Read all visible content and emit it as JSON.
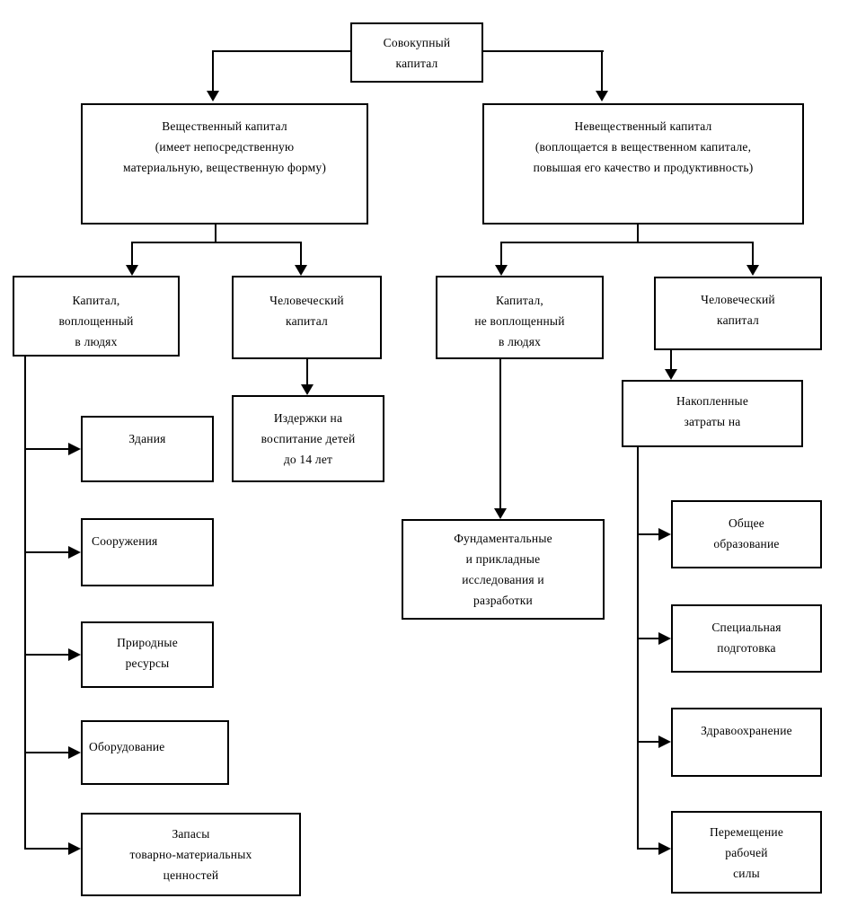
{
  "colors": {
    "background": "#ffffff",
    "line": "#000000",
    "box_border": "#000000",
    "text": "#000000"
  },
  "diagram": {
    "type": "hierarchy-flowchart",
    "language": "ru",
    "nodes": {
      "total": {
        "label": "Совокупный\nкапитал"
      },
      "material": {
        "label": "Вещественный капитал\n(имеет непосредственную\nматериальную, вещественную форму)"
      },
      "immaterial": {
        "label": "Невещественный капитал\n(воплощается в вещественном капитале,\nповышая его качество и продуктивность)"
      },
      "embodied": {
        "label": "Капитал,\nвоплощенный\nв людях"
      },
      "human_left": {
        "label": "Человеческий\nкапитал"
      },
      "not_embodied": {
        "label": "Капитал,\nне воплощенный\nв людях"
      },
      "human_right": {
        "label": "Человеческий\nкапитал"
      },
      "upbringing": {
        "label": "Издержки на\nвоспитание детей\nдо 14 лет"
      },
      "accumulated": {
        "label": "Накопленные\nзатраты на"
      },
      "research": {
        "label": "Фундаментальные\nи прикладные\nисследования и\nразработки"
      },
      "buildings": {
        "label": "Здания"
      },
      "structures": {
        "label": "Сооружения"
      },
      "natural": {
        "label": "Природные\nресурсы"
      },
      "equipment": {
        "label": "Оборудование"
      },
      "inventory": {
        "label": "Запасы\nтоварно-материальных\nценностей"
      },
      "education": {
        "label": "Общее\nобразование"
      },
      "training": {
        "label": "Специальная\nподготовка"
      },
      "health": {
        "label": "Здравоохранение"
      },
      "relocation": {
        "label": "Перемещение\nрабочей\nсилы"
      }
    },
    "edges": [
      [
        "total",
        "material"
      ],
      [
        "total",
        "immaterial"
      ],
      [
        "material",
        "embodied"
      ],
      [
        "material",
        "human_left"
      ],
      [
        "immaterial",
        "not_embodied"
      ],
      [
        "immaterial",
        "human_right"
      ],
      [
        "human_left",
        "upbringing"
      ],
      [
        "not_embodied",
        "research"
      ],
      [
        "human_right",
        "accumulated"
      ],
      [
        "embodied",
        "buildings"
      ],
      [
        "embodied",
        "structures"
      ],
      [
        "embodied",
        "natural"
      ],
      [
        "embodied",
        "equipment"
      ],
      [
        "embodied",
        "inventory"
      ],
      [
        "accumulated",
        "education"
      ],
      [
        "accumulated",
        "training"
      ],
      [
        "accumulated",
        "health"
      ],
      [
        "accumulated",
        "relocation"
      ]
    ]
  }
}
